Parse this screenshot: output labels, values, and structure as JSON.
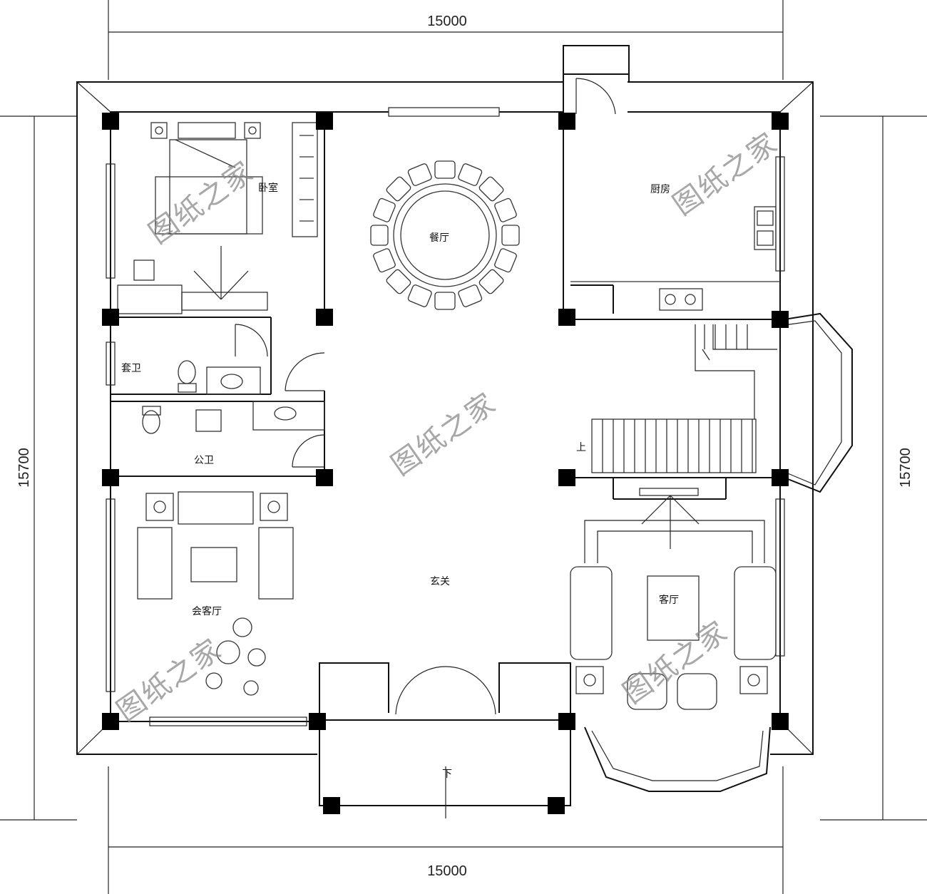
{
  "dimensions": {
    "top": "15000",
    "bottom": "15000",
    "left": "15700",
    "right": "15700"
  },
  "rooms": {
    "bedroom": "卧室",
    "dining": "餐厅",
    "kitchen": "厨房",
    "ensuite_bath": "套卫",
    "public_bath": "公卫",
    "foyer": "玄关",
    "family_room": "会客厅",
    "living": "客厅"
  },
  "stairs": {
    "up": "上",
    "down": "下"
  },
  "watermark": "图纸之家"
}
